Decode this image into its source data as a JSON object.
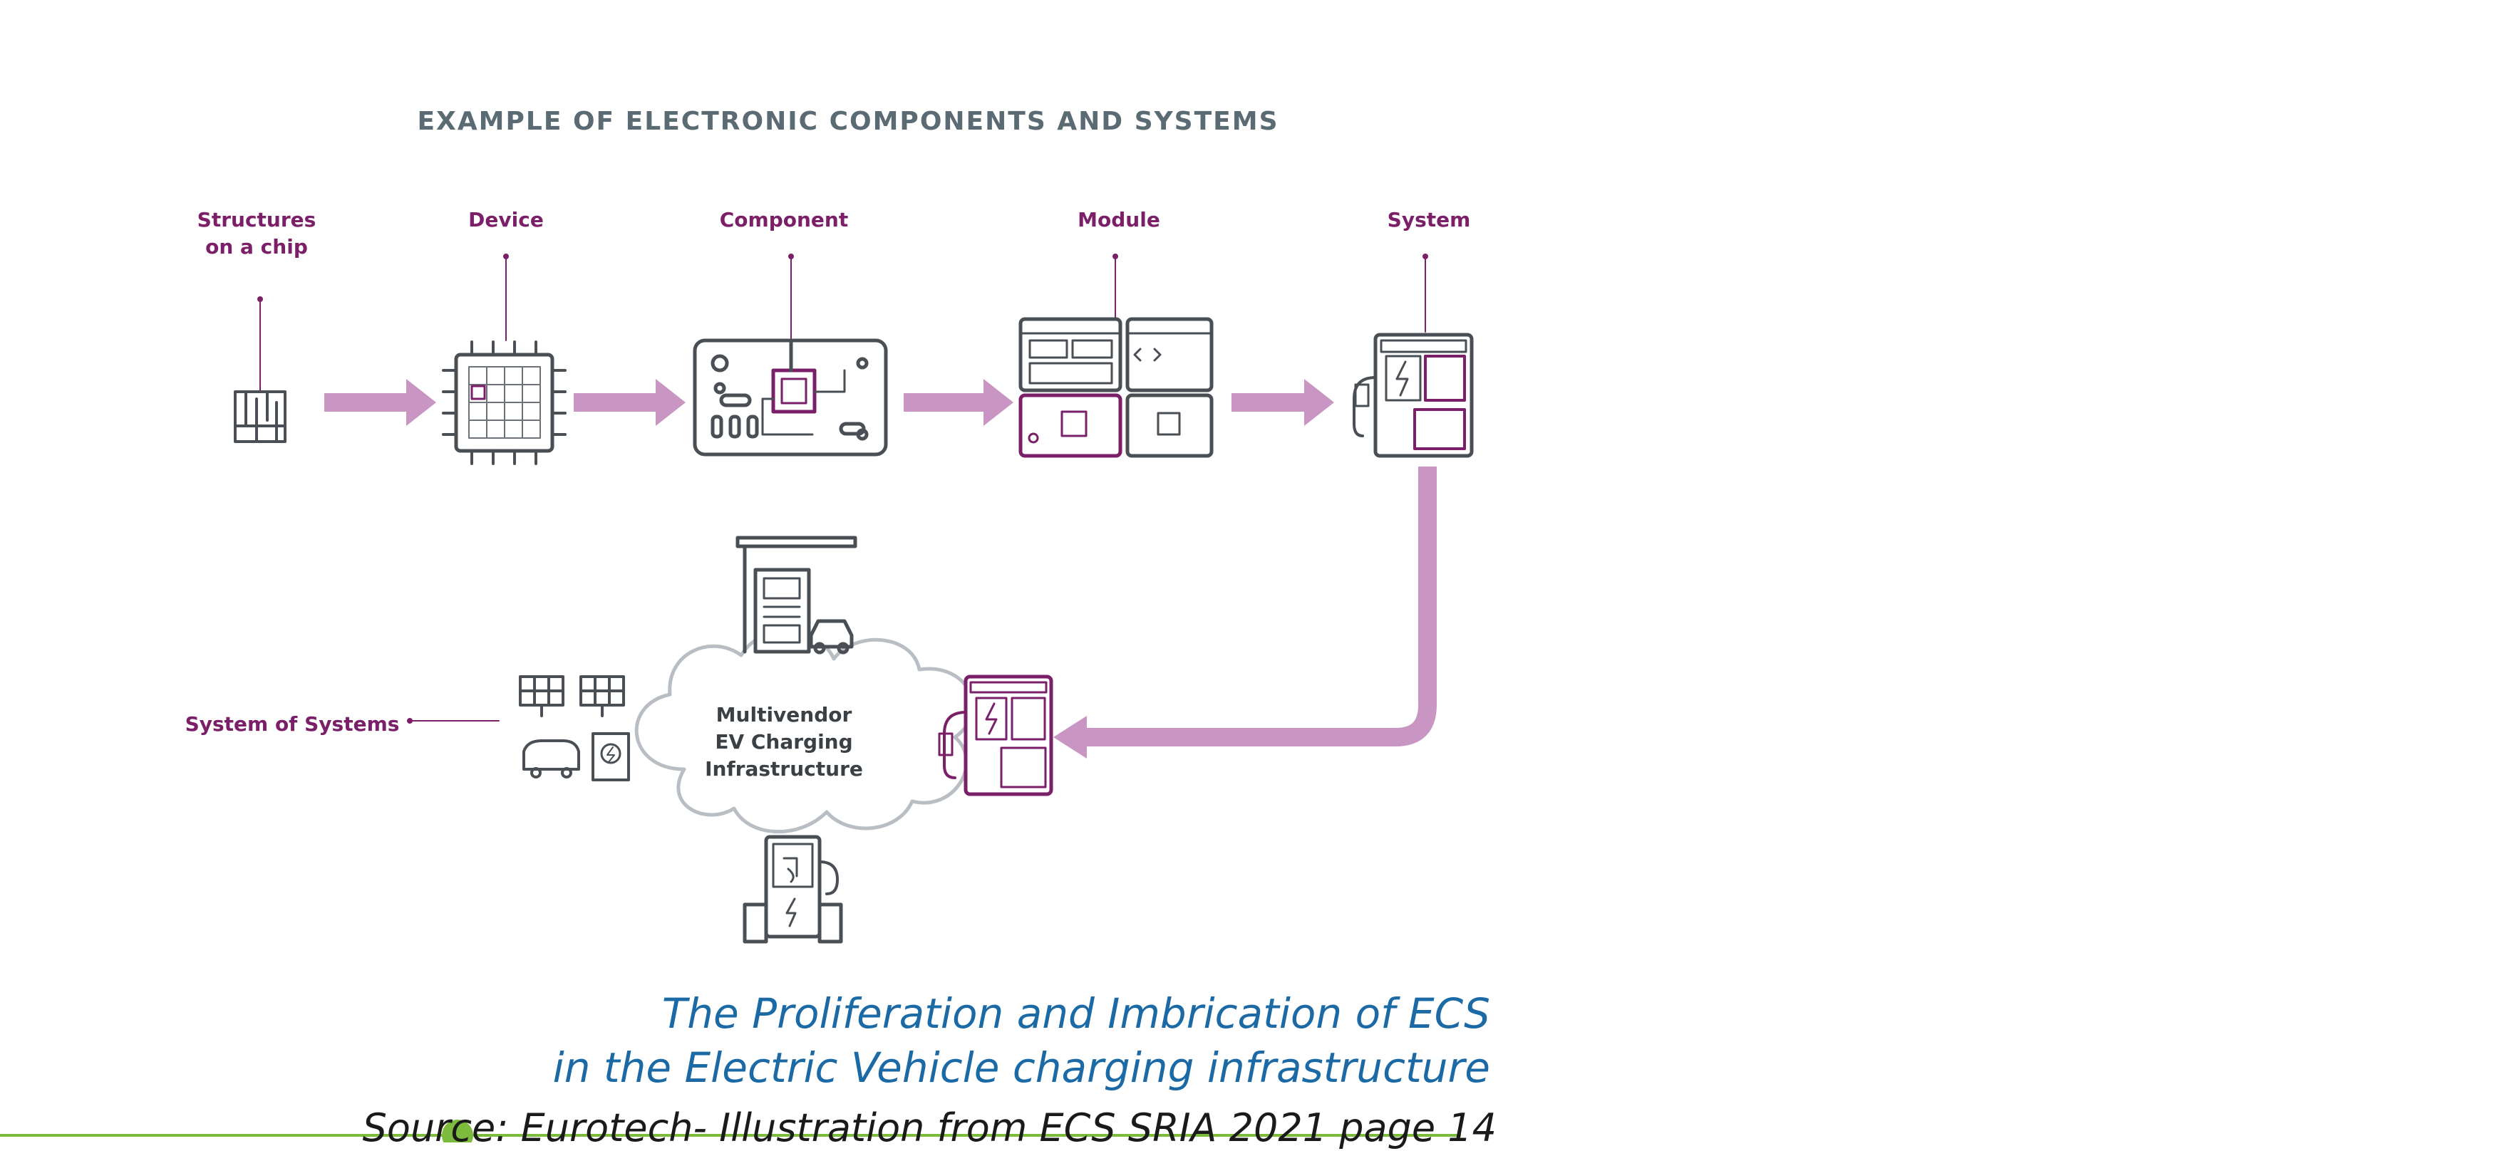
{
  "diagram": {
    "heading": "EXAMPLE OF ELECTRONIC COMPONENTS AND SYSTEMS",
    "stages": [
      {
        "line1": "Structures",
        "line2": "on a chip"
      },
      {
        "line1": "Device",
        "line2": ""
      },
      {
        "line1": "Component",
        "line2": ""
      },
      {
        "line1": "Module",
        "line2": ""
      },
      {
        "line1": "System",
        "line2": ""
      }
    ],
    "system_of_systems_label": "System of Systems",
    "cloud": {
      "line1": "Multivendor",
      "line2": "EV Charging",
      "line3": "Infrastructure"
    },
    "colors": {
      "accent": "#7a1f68",
      "arrow": "#c996c4",
      "icon": "#4a4f55",
      "cloud": "#b8bec3",
      "caption": "#1b6aa5",
      "footer_line": "#7dbb3c"
    }
  },
  "caption": {
    "line1": "The Proliferation and Imbrication of ECS",
    "line2": "in the Electric Vehicle charging infrastructure"
  },
  "source": "Source: Eurotech- Illustration from ECS SRIA 2021 page 14"
}
